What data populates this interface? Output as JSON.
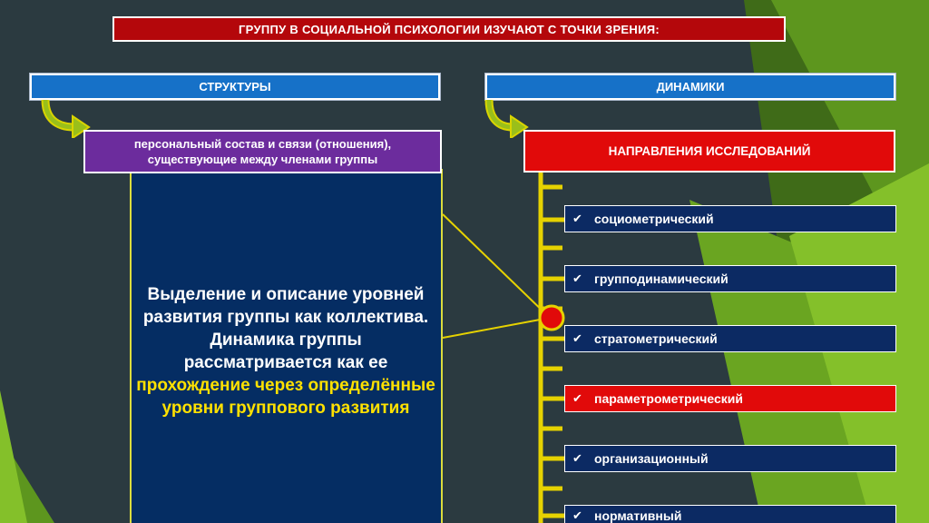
{
  "title": "ГРУППУ В СОЦИАЛЬНОЙ ПСИХОЛОГИИ ИЗУЧАЮТ С ТОЧКИ ЗРЕНИЯ:",
  "left": {
    "header": "СТРУКТУРЫ",
    "definition": "персональный состав и связи (отношения), существующие между членами группы"
  },
  "right": {
    "header": "ДИНАМИКИ",
    "directions_header": "НАПРАВЛЕНИЯ ИССЛЕДОВАНИЙ",
    "items": [
      {
        "label": "социометрический",
        "highlighted": false
      },
      {
        "label": "групподинамический",
        "highlighted": false
      },
      {
        "label": "стратометрический",
        "highlighted": false
      },
      {
        "label": "параметрометрический",
        "highlighted": true
      },
      {
        "label": "организационный",
        "highlighted": false
      },
      {
        "label": "нормативный",
        "highlighted": false
      }
    ]
  },
  "callout": {
    "text_plain": "Выделение и описание уровней развития группы как коллектива. Динамика группы рассматривается как ее",
    "text_highlight": "прохождение через определённые уровни группового развития"
  },
  "colors": {
    "title_bg": "#b4070b",
    "header_bg": "#1671c8",
    "definition_bg": "#6c2c9d",
    "directions_bg": "#e10a0a",
    "item_bg": "#0c2a63",
    "item_highlight_bg": "#e10a0a",
    "accent_yellow": "#ffe100",
    "connector_yellow": "#e6d200"
  }
}
